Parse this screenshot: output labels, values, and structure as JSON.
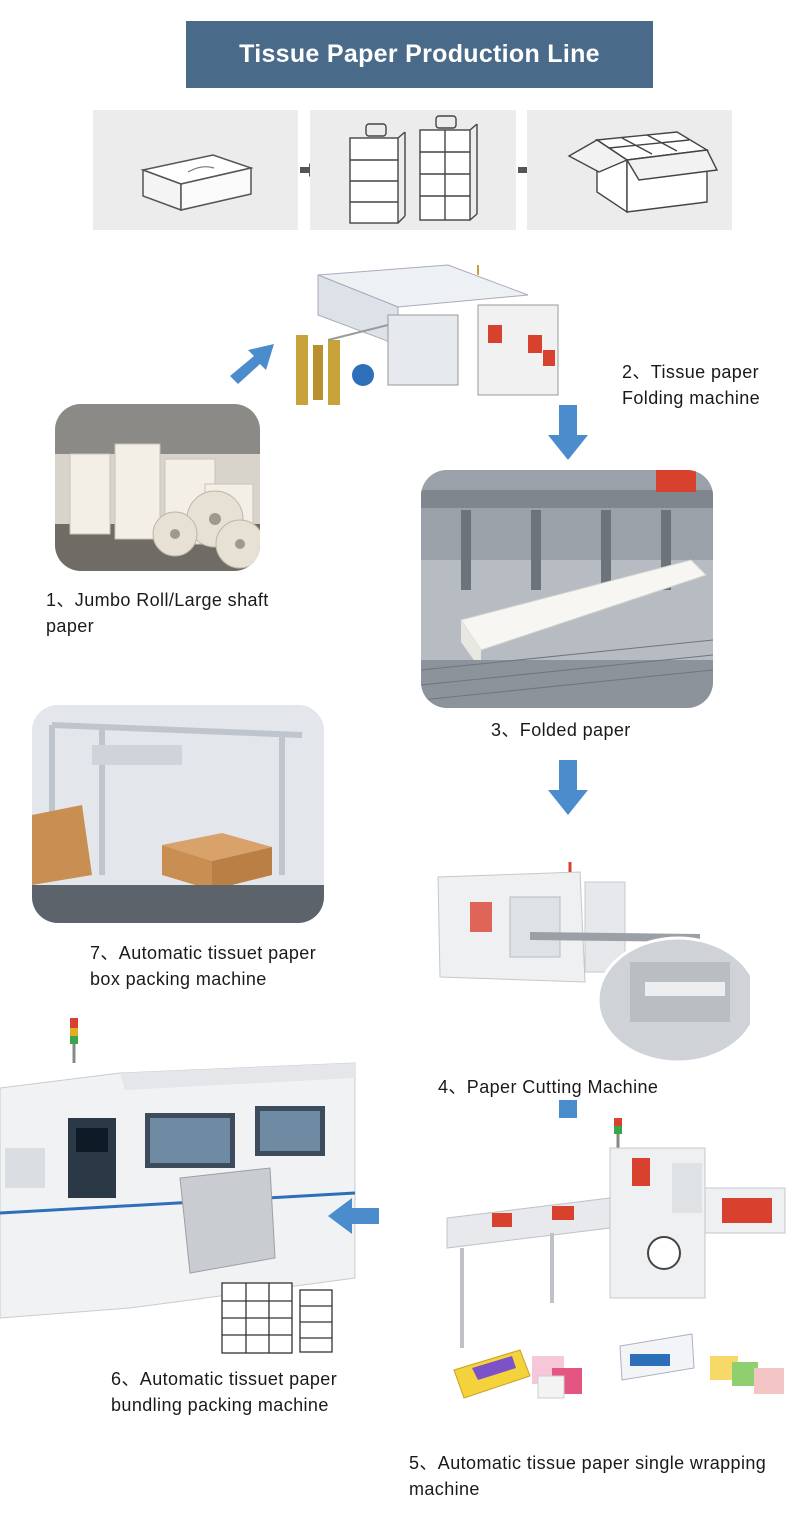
{
  "title": "Tissue Paper Production Line",
  "steps": {
    "s1": "1、Jumbo Roll/Large shaft paper",
    "s2": "2、Tissue paper Folding machine",
    "s3": "3、Folded paper",
    "s4": "4、Paper Cutting Machine",
    "s5": "5、Automatic tissue paper single wrapping machine",
    "s6": "6、Automatic tissuet paper bundling packing machine",
    "s7": "7、Automatic tissuet paper box packing machine"
  },
  "colors": {
    "banner": "#4a6a8a",
    "arrow": "#4a8ccc",
    "machine_red": "#d9412f"
  }
}
